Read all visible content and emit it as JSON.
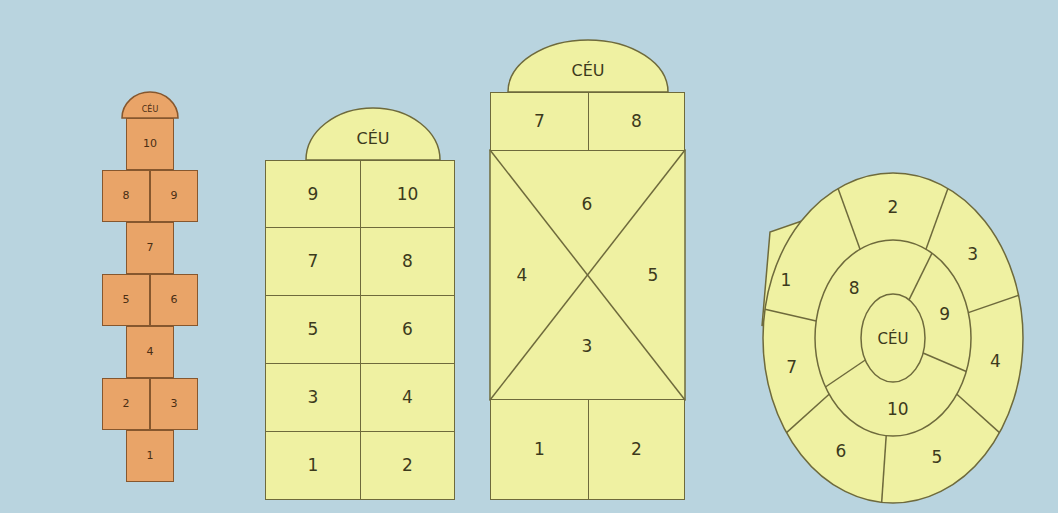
{
  "diagram": {
    "nodes": [
      {
        "text": [
          "CÉU"
        ]
      },
      {
        "text": [
          "10"
        ]
      },
      {
        "text": [
          "8"
        ]
      },
      {
        "text": [
          "9"
        ]
      },
      {
        "text": [
          "7"
        ]
      },
      {
        "text": [
          "5"
        ]
      },
      {
        "text": [
          "6"
        ]
      },
      {
        "text": [
          "4"
        ]
      },
      {
        "text": [
          "2"
        ]
      },
      {
        "text": [
          "3"
        ]
      },
      {
        "text": [
          "1"
        ]
      },
      {
        "text": [
          "CÉU"
        ]
      },
      {
        "text": [
          "9"
        ]
      },
      {
        "text": [
          "10"
        ]
      },
      {
        "text": [
          "7"
        ]
      },
      {
        "text": [
          "8"
        ]
      },
      {
        "text": [
          "5"
        ]
      },
      {
        "text": [
          "6"
        ]
      },
      {
        "text": [
          "3"
        ]
      },
      {
        "text": [
          "4"
        ]
      },
      {
        "text": [
          "1"
        ]
      },
      {
        "text": [
          "2"
        ]
      },
      {
        "text": [
          "CÉU"
        ]
      },
      {
        "text": [
          "7"
        ]
      },
      {
        "text": [
          "8"
        ]
      },
      {
        "text": [
          "6"
        ]
      },
      {
        "text": [
          "4"
        ]
      },
      {
        "text": [
          "5"
        ]
      },
      {
        "text": [
          "3"
        ]
      },
      {
        "text": [
          "1"
        ]
      },
      {
        "text": [
          "2"
        ]
      },
      {
        "text": [
          "1"
        ]
      },
      {
        "text": [
          "2"
        ]
      },
      {
        "text": [
          "3"
        ]
      },
      {
        "text": [
          "8"
        ]
      },
      {
        "text": [
          "9"
        ]
      },
      {
        "text": [
          "7"
        ]
      },
      {
        "text": [
          "CÉU"
        ]
      },
      {
        "text": [
          "4"
        ]
      },
      {
        "text": [
          "10"
        ]
      },
      {
        "text": [
          "6"
        ]
      },
      {
        "text": [
          "5"
        ]
      }
    ]
  }
}
